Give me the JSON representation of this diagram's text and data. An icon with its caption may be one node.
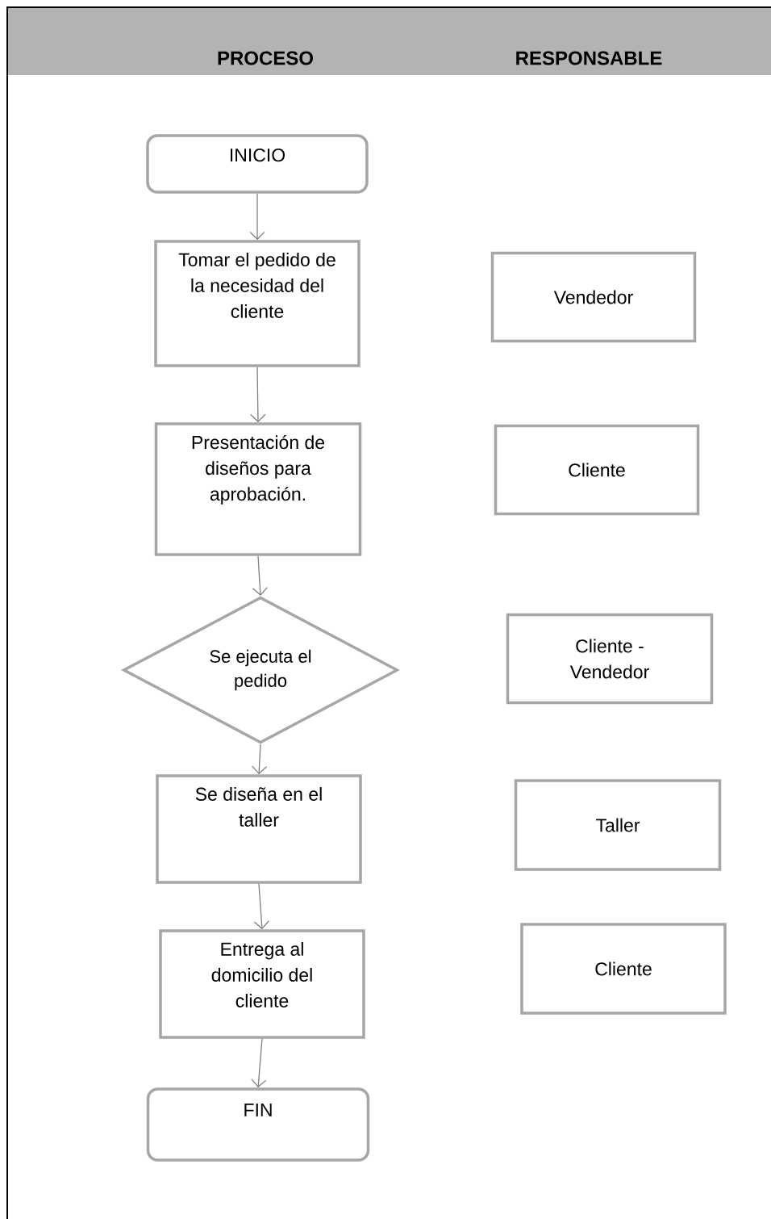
{
  "diagram": {
    "nodes": [
      {
        "text": [
          "INICIO"
        ]
      },
      {
        "text": [
          "Tomar el pedido de la necesidad del cliente"
        ]
      },
      {
        "text": [
          "Vendedor"
        ]
      },
      {
        "text": [
          "Presentación de diseños para aprobación."
        ]
      },
      {
        "text": [
          "Cliente"
        ]
      },
      {
        "text": [
          "Se ejecuta el pedido"
        ]
      },
      {
        "text": [
          "Cliente - Vendedor"
        ]
      },
      {
        "text": [
          "Se diseña en el taller"
        ]
      },
      {
        "text": [
          "Taller"
        ]
      },
      {
        "text": [
          "Entrega al domicilio del cliente"
        ]
      },
      {
        "text": [
          "Cliente"
        ]
      },
      {
        "text": [
          "FIN"
        ]
      }
    ],
    "edges": [
      {
        "from": 0,
        "to": 1,
        "arrow": "to"
      },
      {
        "from": 1,
        "to": 3,
        "arrow": "to"
      },
      {
        "from": 3,
        "to": 5,
        "arrow": "to"
      },
      {
        "from": 5,
        "to": 7,
        "arrow": "to"
      },
      {
        "from": 7,
        "to": 9,
        "arrow": "to"
      },
      {
        "from": 9,
        "to": 11,
        "arrow": "to"
      }
    ],
    "labels": [
      "PROCESO",
      "RESPONSABLE"
    ]
  }
}
